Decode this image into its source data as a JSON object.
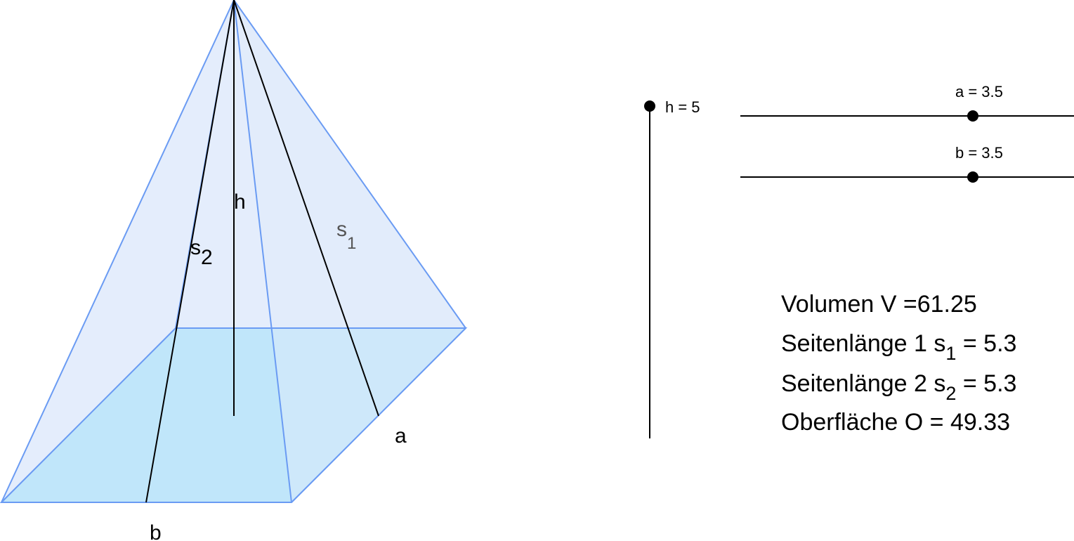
{
  "colors": {
    "base_fill": "#99dff8",
    "face_fill": "#e0ebfb",
    "edge_stroke": "#6a9bf3",
    "line": "#000000",
    "slope_label": "#555555"
  },
  "figure": {
    "label_h": "h",
    "label_a": "a",
    "label_b": "b",
    "label_s1_letter": "s",
    "label_s1_index": "1",
    "label_s2_letter": "s",
    "label_s2_index": "2"
  },
  "sliders": {
    "h": {
      "label": "h = 5",
      "value": 5
    },
    "a": {
      "label": "a = 3.5",
      "value": 3.5
    },
    "b": {
      "label": "b = 3.5",
      "value": 3.5
    }
  },
  "results": {
    "volume": "Volumen V =61.25",
    "side1_prefix": "Seitenlänge 1  s",
    "side1_index": "1",
    "side1_suffix": " = 5.3",
    "side2_prefix": "Seitenlänge 2 s",
    "side2_index": "2",
    "side2_suffix": " = 5.3",
    "surface": "Oberfläche O = 49.33"
  }
}
